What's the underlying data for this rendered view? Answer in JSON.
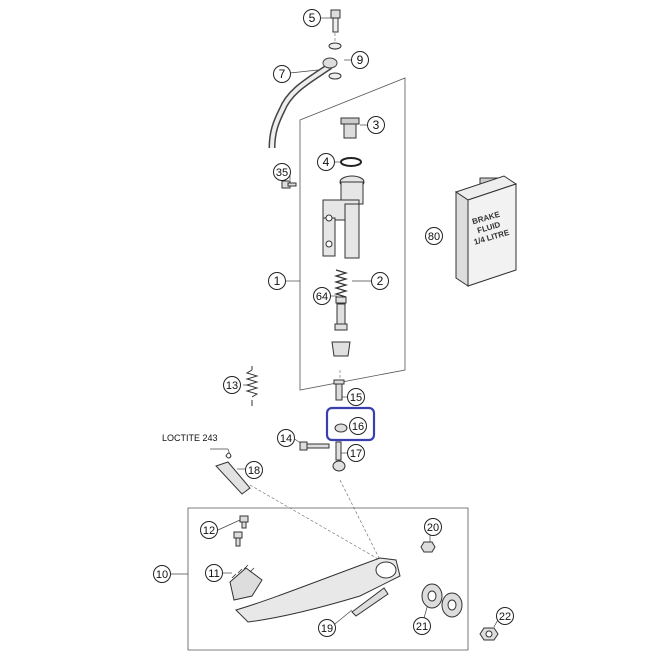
{
  "diagram": {
    "note": "LOCTITE 243",
    "bottle_label": [
      "BRAKE",
      "FLUID",
      "1/4 LITRE"
    ],
    "highlight_color": "#3a3fb0",
    "callouts": [
      "5",
      "9",
      "7",
      "3",
      "4",
      "35",
      "80",
      "1",
      "2",
      "64",
      "13",
      "15",
      "16",
      "14",
      "17",
      "18",
      "12",
      "20",
      "10",
      "11",
      "19",
      "21",
      "22"
    ]
  }
}
